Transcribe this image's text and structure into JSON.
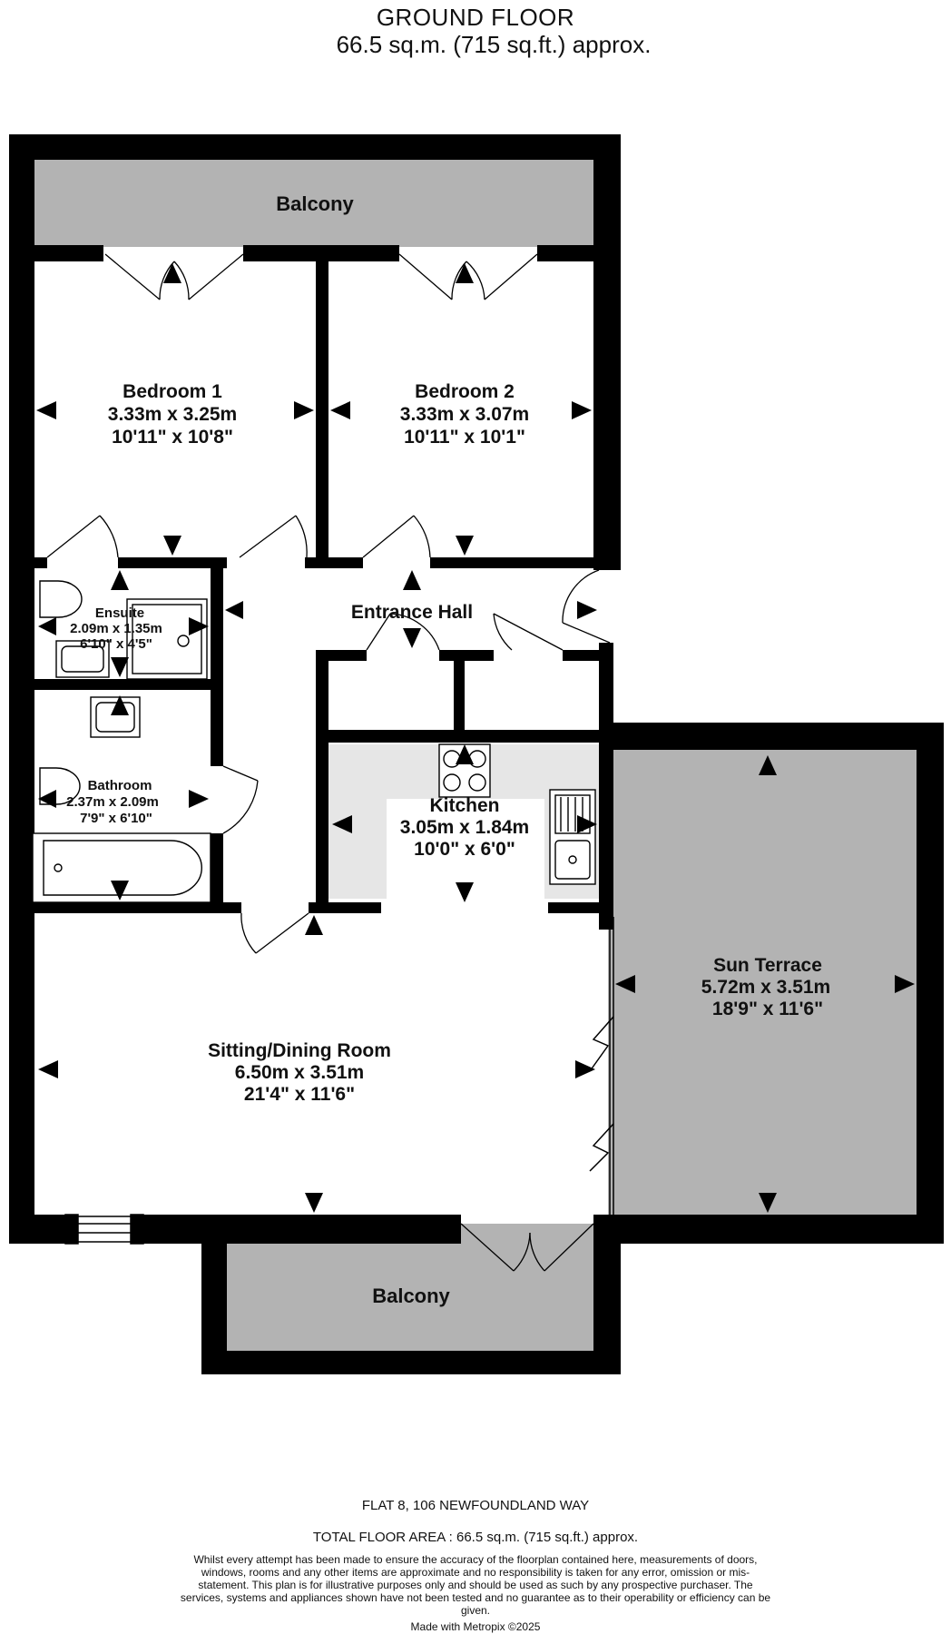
{
  "header": {
    "title": "GROUND FLOOR",
    "area": "66.5 sq.m. (715 sq.ft.) approx."
  },
  "rooms": {
    "balcony_top": {
      "name": "Balcony"
    },
    "bedroom1": {
      "name": "Bedroom 1",
      "metric": "3.33m  x 3.25m",
      "imperial": "10'11\"  x 10'8\""
    },
    "bedroom2": {
      "name": "Bedroom 2",
      "metric": "3.33m  x 3.07m",
      "imperial": "10'11\"  x 10'1\""
    },
    "ensuite": {
      "name": "Ensuite",
      "metric": "2.09m  x 1.35m",
      "imperial": "6'10\"  x 4'5\""
    },
    "entrance_hall": {
      "name": "Entrance Hall"
    },
    "bathroom": {
      "name": "Bathroom",
      "metric": "2.37m  x 2.09m",
      "imperial": "7'9\"  x 6'10\""
    },
    "kitchen": {
      "name": "Kitchen",
      "metric": "3.05m  x 1.84m",
      "imperial": "10'0\"  x 6'0\""
    },
    "sun_terrace": {
      "name": "Sun Terrace",
      "metric": "5.72m  x 3.51m",
      "imperial": "18'9\"  x 11'6\""
    },
    "sitting_dining": {
      "name": "Sitting/Dining Room",
      "metric": "6.50m  x 3.51m",
      "imperial": "21'4\"  x 11'6\""
    },
    "balcony_bottom": {
      "name": "Balcony"
    }
  },
  "colors": {
    "wall": "#000000",
    "outdoor": "#b3b3b3",
    "kitchen_counter": "#e6e6e6",
    "floor": "#ffffff"
  },
  "footer": {
    "address": "FLAT 8, 106 NEWFOUNDLAND WAY",
    "total_area": "TOTAL FLOOR AREA : 66.5 sq.m. (715 sq.ft.) approx.",
    "disclaimer": "Whilst every attempt has been made to ensure the accuracy of the floorplan contained here, measurements of doors, windows, rooms and any other items are approximate and no responsibility is taken for any error, omission or mis-statement. This plan is for illustrative purposes only and should be used as such by any prospective purchaser. The services, systems and appliances shown have not been tested and no guarantee as to their operability or efficiency can be given.",
    "made_with": "Made with Metropix ©2025"
  }
}
